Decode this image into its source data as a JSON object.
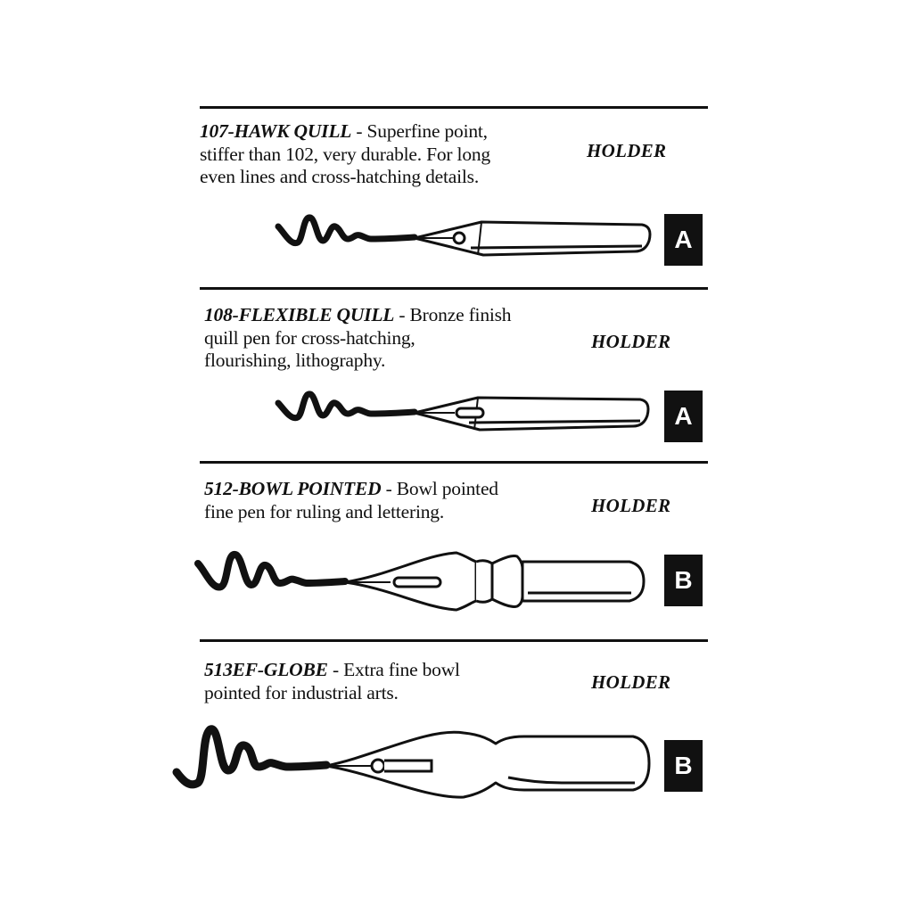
{
  "items": [
    {
      "code": "107-HAWK QUILL",
      "lines": [
        " - Superfine point,",
        "stiffer than 102, very durable. For long",
        "even lines and cross-hatching details."
      ],
      "holder_label": "HOLDER",
      "holder_type": "A",
      "pen_icon": "hawk-quill-pen-nib-icon"
    },
    {
      "code": "108-FLEXIBLE QUILL",
      "lines": [
        " - Bronze finish",
        "quill pen for cross-hatching,",
        "flourishing, lithography."
      ],
      "holder_label": "HOLDER",
      "holder_type": "A",
      "pen_icon": "flexible-quill-pen-nib-icon"
    },
    {
      "code": "512-BOWL POINTED",
      "lines": [
        " - Bowl pointed",
        "fine pen for ruling and lettering."
      ],
      "holder_label": "HOLDER",
      "holder_type": "B",
      "pen_icon": "bowl-pointed-pen-nib-icon"
    },
    {
      "code": "513EF-GLOBE",
      "lines": [
        " - Extra fine bowl",
        "pointed for industrial arts."
      ],
      "holder_label": "HOLDER",
      "holder_type": "B",
      "pen_icon": "globe-pen-nib-icon"
    }
  ]
}
